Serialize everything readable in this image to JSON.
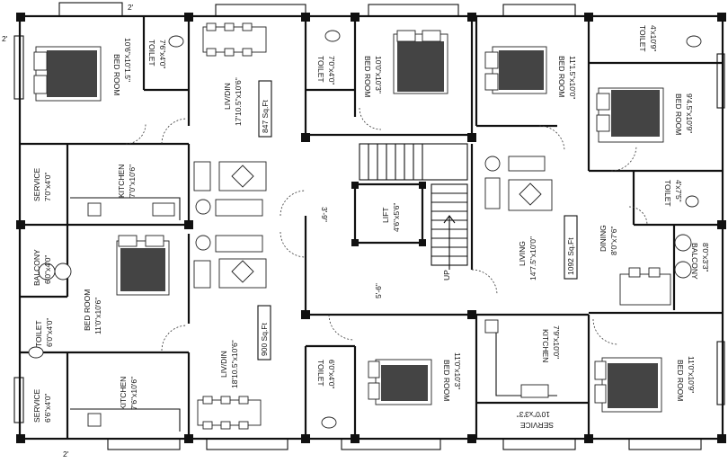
{
  "dims": {
    "top_left": "2'",
    "left_top": "2'",
    "bottom_left": "2'",
    "lift_side": "3'-9\"",
    "lift_gap": "5'-6\""
  },
  "rooms": {
    "bed1_name": "BED ROOM",
    "bed1_size": "10'6\"x10'1.5\"",
    "toilet1_name": "TOILET",
    "toilet1_size": "7'6\"x4'0\"",
    "livdin1_name": "LIV/DIN",
    "livdin1_size": "17'10.5\"x10'6\"",
    "area1": "847 Sq.Ft",
    "toilet2_name": "TOILET",
    "toilet2_size": "7'0\"x4'0\"",
    "bed2_name": "BED ROOM",
    "bed2_size": "10'0\"x10'3\"",
    "bed3_name": "BED ROOM",
    "bed3_size": "11'1.5\"x10'0\"",
    "toilet3_name": "TOILET",
    "toilet3_size": "4'x10'9\"",
    "bed4_name": "BED ROOM",
    "bed4_size": "9'4.5\"x10'9\"",
    "service1_name": "SERVICE",
    "service1_size": "7'0\"x4'0\"",
    "kitchen1_name": "KITCHEN",
    "kitchen1_size": "7'0\"x10'6\"",
    "lift_name": "LIFT",
    "lift_size": "4'6\"x5'6\"",
    "up_label": "UP",
    "living_name": "LIVING",
    "living_size": "14'7.5\"x10'0\"",
    "area2": "1092 Sq.Ft",
    "dining_name": "DINING",
    "dining_size": "8'0\"x7'6\"",
    "toilet4_name": "TOILET",
    "toilet4_size": "4'x7'5\"",
    "balcony1_name": "BALCONY",
    "balcony1_size": "6'0\"x4'0\"",
    "bed5_name": "BED ROOM",
    "bed5_size": "11'0\"x10'6\"",
    "livdin2_name": "LIV/DIN",
    "livdin2_size": "18'10.5\"x10'6\"",
    "area3": "900 Sq.Ft",
    "balcony2_name": "BALCONY",
    "balcony2_size": "8'0\"x3'3\"",
    "toilet5_name": "TOILET",
    "toilet5_size": "6'0\"x4'0\"",
    "kitchen2_name": "KITCHEN",
    "kitchen2_size": "7'6\"x10'6\"",
    "service2_name": "SERVICE",
    "service2_size": "6'6\"x4'0\"",
    "toilet6_name": "TOILET",
    "toilet6_size": "6'0\"x4'0\"",
    "bed6_name": "BED ROOM",
    "bed6_size": "11'0\"x10'3\"",
    "kitchen3_name": "KITCHEN",
    "kitchen3_size": "7'9\"x10'0\"",
    "service3_name": "SERVICE",
    "service3_size": "10'0\"x3'3\"",
    "bed7_name": "BED ROOM",
    "bed7_size": "11'0\"x10'9\""
  }
}
